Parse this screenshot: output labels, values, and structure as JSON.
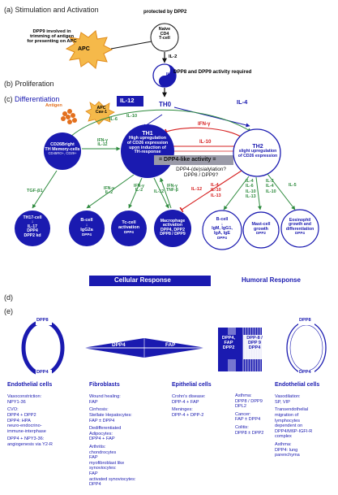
{
  "sections": {
    "a": "(a)",
    "a_title": "Stimulation and Activation",
    "b": "(b)",
    "b_title": "Proliferation",
    "c": "(c)",
    "c_title": "Differentiation",
    "d": "(d)",
    "e": "(e)"
  },
  "panel_a": {
    "protected": "protected by DPP2",
    "note": [
      "DPP9 involved in",
      "trimming of antigen",
      "for presenting on APC"
    ],
    "apc": "APC",
    "naive": [
      "Naive",
      "CD4",
      "T-cell"
    ],
    "il2": "IL-2"
  },
  "panel_b": {
    "required": "DPP8 and DPP9 activity required",
    "il12": "IL-12",
    "il4": "IL-4"
  },
  "panel_c": {
    "il12_box": "IL-12",
    "th0": "TH0",
    "il4_right": "IL-4",
    "antigen": "Antigen",
    "apc_cav": [
      "APC",
      "Cav-1"
    ],
    "il6": "IL-6",
    "il10": "IL-10",
    "ifng_top": "IFN-γ",
    "il10_mid": "IL-10",
    "memory": [
      "CD26Bright",
      "TH Memory-cells",
      "CD45RO+, CD29+"
    ],
    "ifng_il12": [
      "IFN-γ",
      "IL-12"
    ],
    "th1": [
      "TH1",
      "High upregulation",
      "of CD26 expression",
      "upon induction of",
      "TH-response"
    ],
    "dpp4like": "= DPP4-like activity =",
    "sialylation": [
      "DPP4-(de)sialylation?",
      "DPP8 / DPP9?"
    ],
    "th2": [
      "TH2",
      "slight upregulation",
      "of CD26 expression"
    ],
    "tgf": "TGF-β1",
    "th17": [
      "TH17-cell",
      "↓",
      "IL-17",
      "DPP4",
      "DPP2 kd"
    ],
    "ifng_il2": [
      "IFN-γ",
      "IL-2"
    ],
    "ifng_il2b": [
      "IFN-γ",
      "IL-2"
    ],
    "il12_small": "IL-12",
    "ifng_tnf": [
      "IFN-γ",
      "TNF-β"
    ],
    "il12_red": "IL-12",
    "red_list": [
      "IL-4",
      "IL-10",
      "IL-13"
    ],
    "green_list1": [
      "IL-4",
      "IL-6",
      "IL-10",
      "IL-13"
    ],
    "green_list2": [
      "IL-3",
      "IL-4",
      "IL-10"
    ],
    "il5": "IL-5",
    "bcell1": [
      "B-cell",
      "↓",
      "IgG2a",
      "DPP4"
    ],
    "tc": [
      "Tc-cell",
      "activation",
      "DPP4"
    ],
    "macro": [
      "Macrophage",
      "activation",
      "DPP4, DPP2",
      "DPP8 / DPP9"
    ],
    "bcell2": [
      "B-cell",
      "↓",
      "IgM, IgG1,",
      "IgA, IgE",
      "DPP4"
    ],
    "mast": [
      "Mast-cell",
      "growth",
      "DPP2"
    ],
    "eos": [
      "Eosinophil",
      "growth and",
      "differentiation",
      "DPP4"
    ]
  },
  "panel_d": {
    "cellular": "Cellular Response",
    "humoral": "Humoral Response"
  },
  "panel_e": {
    "dpp8": "DPP8",
    "dpp4": "DPP4",
    "dpp4_fap": [
      "DPP4",
      "FAP"
    ],
    "dpp4_fap2": [
      "DPP4,",
      "FAP",
      "DPP2"
    ],
    "dpp8_9_4": [
      "DPP-8 /",
      "DPP 9",
      "DPP4"
    ],
    "dpp8_r": "DPP8",
    "dpp4_r": "DPP4",
    "col1": {
      "title": "Endothelial cells",
      "lines": [
        "Vasoconstriction:",
        "NPY1-36",
        "",
        "CVO:",
        "DPP4 + DPP2",
        "DPP4: HPA",
        "neuro-endocrino-",
        "immune-interphase",
        "",
        "DPP4 + NPY3-36:",
        "angiogenesis via Y2-R"
      ]
    },
    "col2": {
      "title": "Fibroblasts",
      "lines": [
        "Wound healing:",
        "FAP",
        "",
        "Cirrhosis:",
        "Stellate Hepatocytes:",
        "FAP ± DPP4",
        "",
        "Dedifferentiated",
        "Adipocytes:",
        "DPP4 + FAP",
        "",
        "Arthritis:",
        "chondrocytes",
        "FAP",
        "myofibroblast like",
        "synoviocytes:",
        "FAP",
        "activated synoviocytes:",
        "DPP4"
      ]
    },
    "col3": {
      "title": "Epithelial cells",
      "lines": [
        "Crohn's disease:",
        "DPP-4 + FAP",
        "",
        "Meninges:",
        "DPP-4 + DPP-2"
      ]
    },
    "col4": {
      "lines": [
        "Asthma:",
        "DPP8 / DPP9",
        "DPL2",
        "",
        "Cancer:",
        "FAP ± DPP4",
        "",
        "Colitis:",
        "DPP8 ± DPP2"
      ]
    },
    "col5": {
      "title": "Endothelial cells",
      "lines": [
        "Vasodilation:",
        "SP, VIP",
        "",
        "Transendothelial",
        "migration of",
        "lymphocytes",
        "dependent on",
        "DPP4/M6P-IGFI-R",
        "complex",
        "",
        "Asthma:",
        "DPP4: lung",
        "parenchyma"
      ]
    }
  }
}
